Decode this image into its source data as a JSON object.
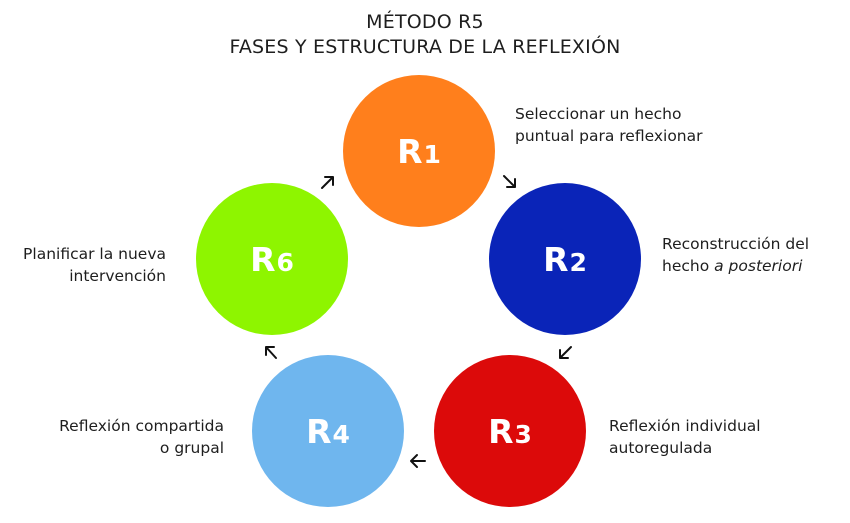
{
  "title": {
    "line1": "MÉTODO R5",
    "line2": "FASES Y ESTRUCTURA DE LA REFLEXIÓN"
  },
  "phases": [
    {
      "id": "R1",
      "letter": "R",
      "number": "1",
      "color": "#FF7F1C",
      "description_line1": "Seleccionar un hecho",
      "description_line2": "puntual para reflexionar"
    },
    {
      "id": "R2",
      "letter": "R",
      "number": "2",
      "color": "#0A24B8",
      "description_line1": "Reconstrucción del",
      "description_line2_prefix": "hecho ",
      "description_line2_italic": "a posteriori"
    },
    {
      "id": "R3",
      "letter": "R",
      "number": "3",
      "color": "#DC0A0A",
      "description_line1": "Reflexión individual",
      "description_line2": "autoregulada"
    },
    {
      "id": "R4",
      "letter": "R",
      "number": "4",
      "color": "#6FB6EE",
      "description_line1": "Reflexión compartida",
      "description_line2": "o grupal"
    },
    {
      "id": "R6",
      "letter": "R",
      "number": "6",
      "color": "#8EF500",
      "description_line1": "Planificar la nueva",
      "description_line2": "intervención"
    }
  ],
  "arrows": [
    {
      "from": "R1",
      "to": "R2",
      "direction": "down-right",
      "icon": "arrow-down-right-icon"
    },
    {
      "from": "R2",
      "to": "R3",
      "direction": "down-left",
      "icon": "arrow-down-left-icon"
    },
    {
      "from": "R3",
      "to": "R4",
      "direction": "left",
      "icon": "arrow-left-icon"
    },
    {
      "from": "R4",
      "to": "R6",
      "direction": "up-left",
      "icon": "arrow-up-left-icon"
    },
    {
      "from": "R6",
      "to": "R1",
      "direction": "up-right",
      "icon": "arrow-up-right-icon"
    }
  ],
  "colors": {
    "text": "#1E1E1E",
    "circle_label": "#FFFFFF",
    "arrow": "#111111"
  }
}
